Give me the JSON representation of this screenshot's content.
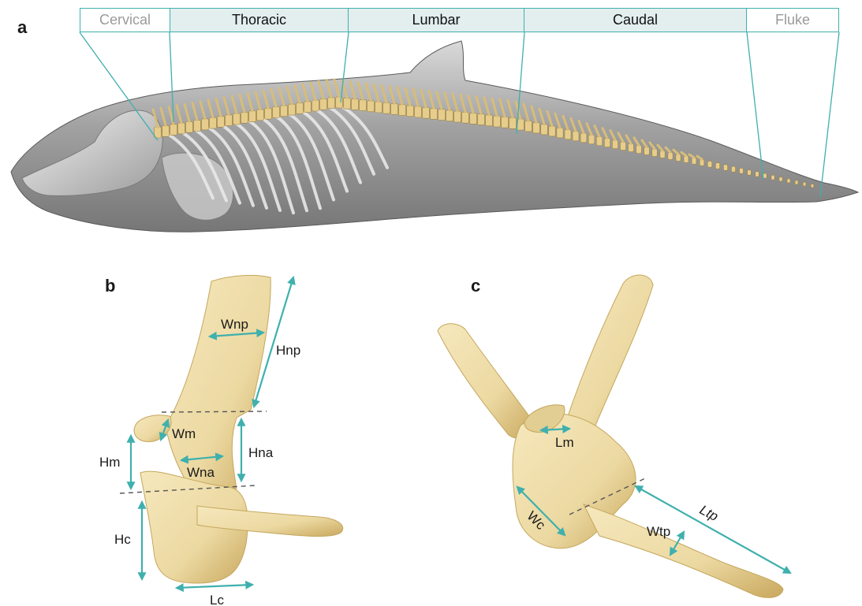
{
  "panels": {
    "a": "a",
    "b": "b",
    "c": "c"
  },
  "regions": [
    {
      "label": "Cervical",
      "style": "dim"
    },
    {
      "label": "Thoracic",
      "style": "main"
    },
    {
      "label": "Lumbar",
      "style": "main"
    },
    {
      "label": "Caudal",
      "style": "main"
    },
    {
      "label": "Fluke",
      "style": "dim"
    }
  ],
  "measurements_b": {
    "Wnp": "Wnp",
    "Hnp": "Hnp",
    "Wm": "Wm",
    "Hna": "Hna",
    "Hm": "Hm",
    "Wna": "Wna",
    "Hc": "Hc",
    "Lc": "Lc"
  },
  "measurements_c": {
    "Lm": "Lm",
    "Wc": "Wc",
    "Wtp": "Wtp",
    "Ltp": "Ltp"
  },
  "colors": {
    "accent": "#3fb0ad",
    "bone": "#ecd9a2",
    "bone_shade": "#c9a85e",
    "body": "#8c8c8c"
  }
}
